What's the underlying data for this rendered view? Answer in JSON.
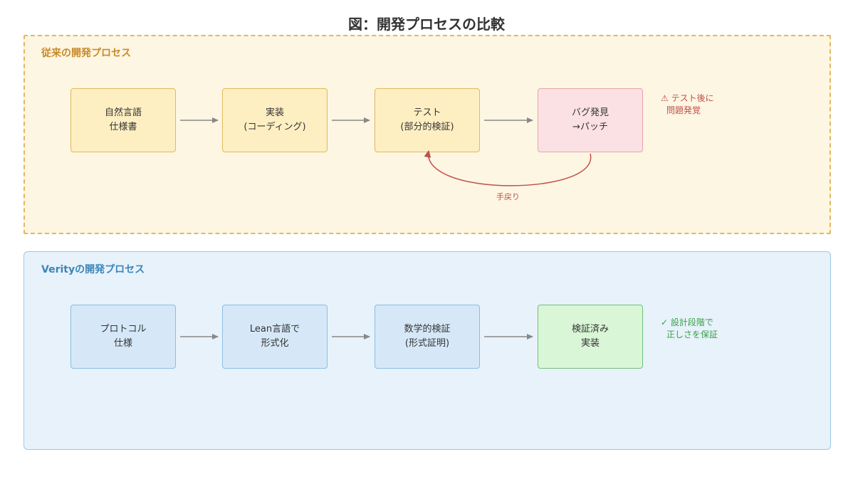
{
  "title": "図：開発プロセスの比較",
  "traditional": {
    "label": "従来の開発プロセス",
    "steps": [
      {
        "line1": "自然言語",
        "line2": "仕様書"
      },
      {
        "line1": "実装",
        "line2": "(コーディング)"
      },
      {
        "line1": "テスト",
        "line2": "(部分的検証)"
      },
      {
        "line1": "バグ発見",
        "line2": "→パッチ"
      }
    ],
    "note": {
      "line1": "⚠ テスト後に",
      "line2": "問題発覚"
    },
    "rework_label": "手戻り"
  },
  "verity": {
    "label": "Verityの開発プロセス",
    "steps": [
      {
        "line1": "プロトコル",
        "line2": "仕様"
      },
      {
        "line1": "Lean言語で",
        "line2": "形式化"
      },
      {
        "line1": "数学的検証",
        "line2": "(形式証明)"
      },
      {
        "line1": "検証済み",
        "line2": "実装"
      }
    ],
    "note": {
      "line1": "✓ 設計段階で",
      "line2": "正しさを保証"
    }
  },
  "colors": {
    "traditional_accent": "#e2b860",
    "verity_accent": "#8cbde2",
    "warning": "#c0504d",
    "success": "#3aa04a",
    "arrow": "#888888"
  }
}
